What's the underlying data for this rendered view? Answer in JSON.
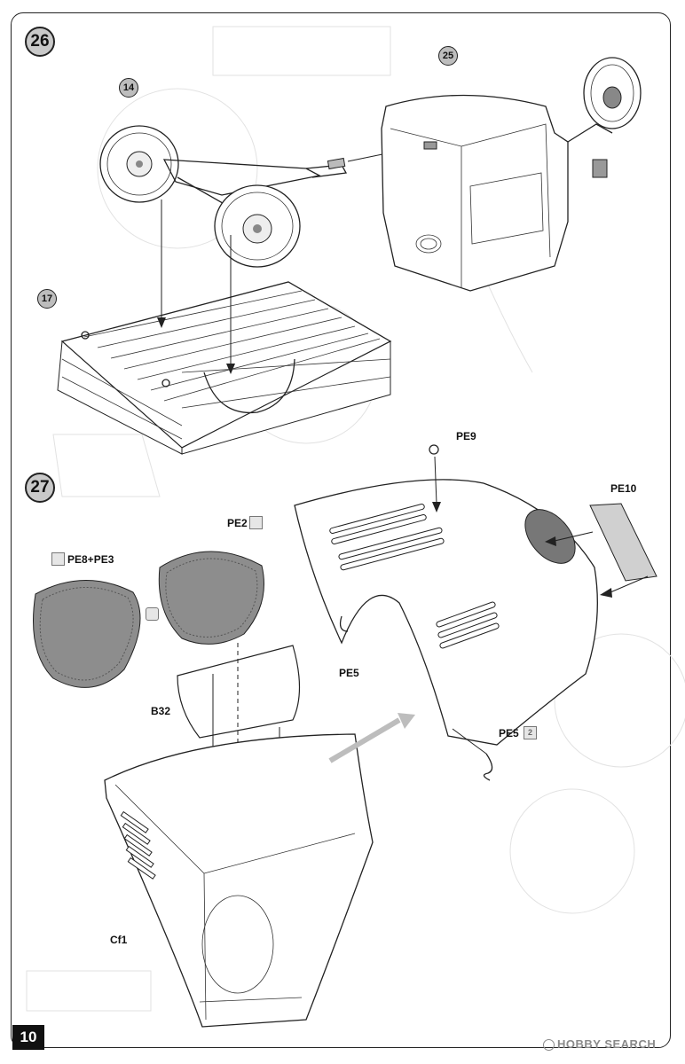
{
  "page": {
    "number": "10",
    "watermark": "HOBBY SEARCH"
  },
  "steps": [
    {
      "number": "26",
      "parts": [
        {
          "badge": "14"
        },
        {
          "badge": "25"
        },
        {
          "badge": "17"
        }
      ]
    },
    {
      "number": "27",
      "labels": {
        "pe9": "PE9",
        "pe10": "PE10",
        "pe2": "PE2",
        "pe8_pe3": "PE8+PE3",
        "pe5_top": "PE5",
        "pe5_bottom": "PE5",
        "pe5_count": "2",
        "b32": "B32",
        "cf1": "Cf1"
      }
    }
  ],
  "icons": {
    "pe_sheet": "photo-etch-icon",
    "bend": "bend-icon",
    "count": "quantity-icon"
  }
}
